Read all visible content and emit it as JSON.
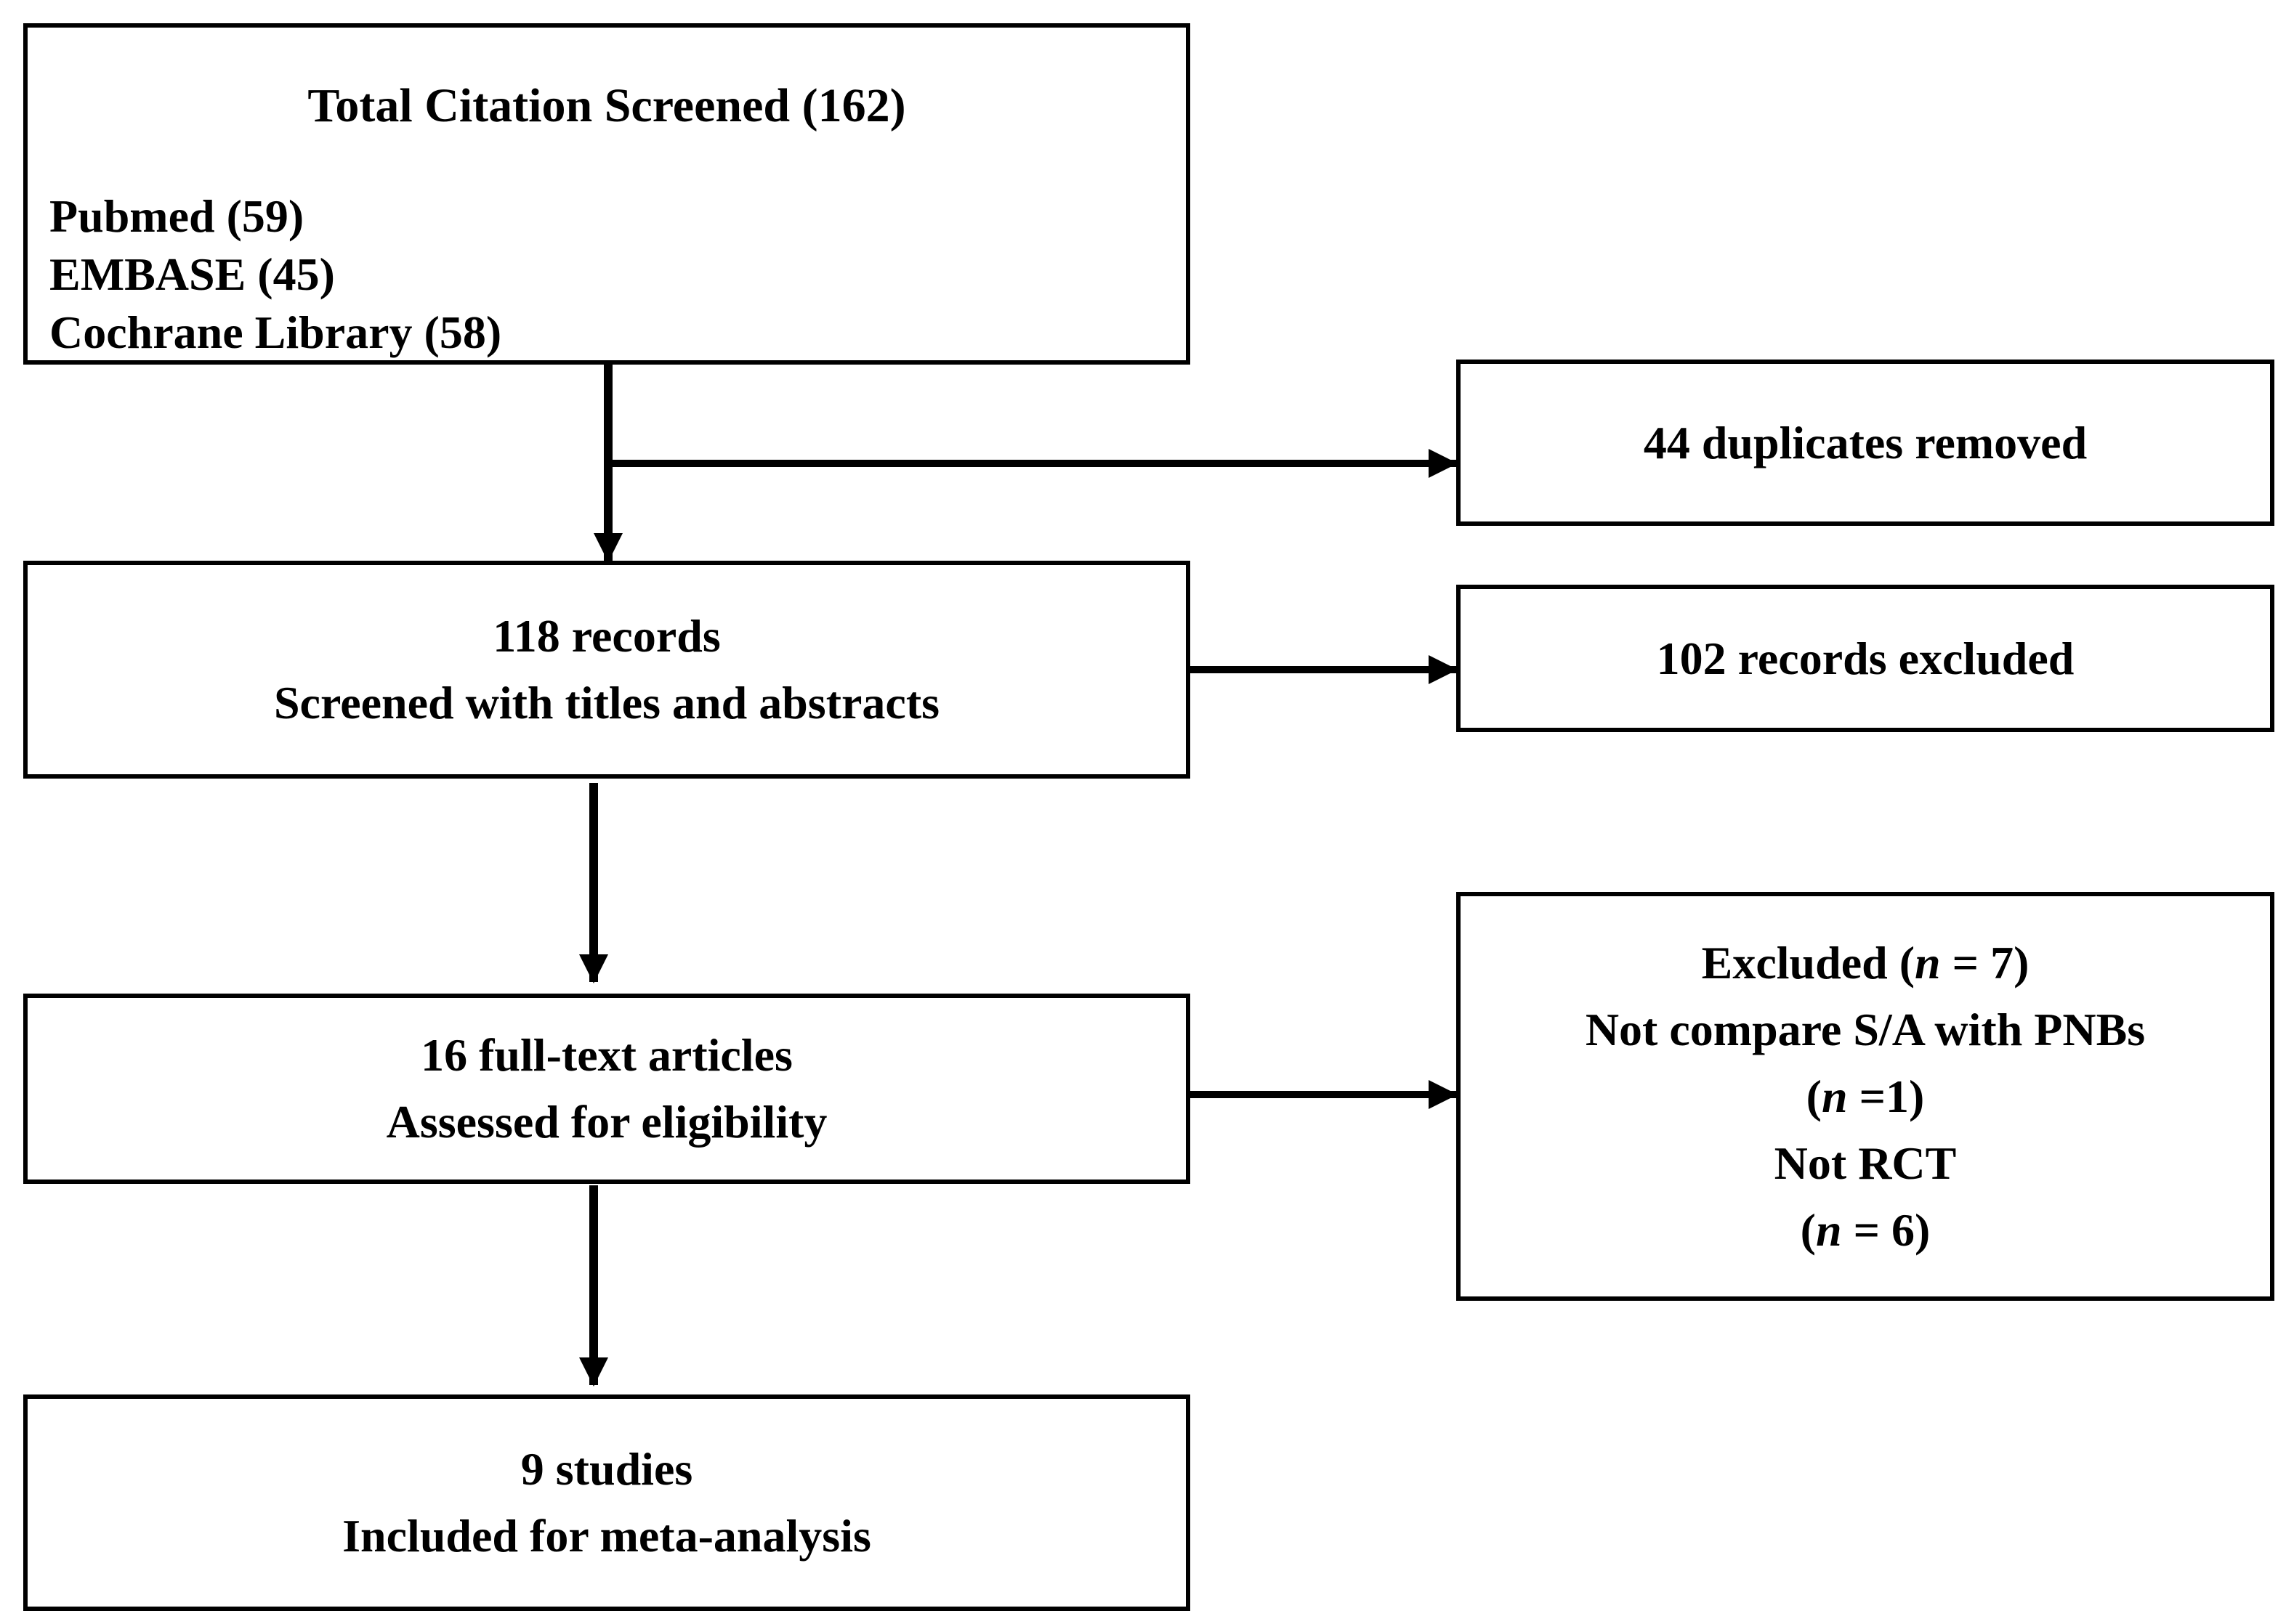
{
  "identification": {
    "title": "Total Citation Screened (162)",
    "sources": [
      "Pubmed (59)",
      "EMBASE (45)",
      "Cochrane Library (58)"
    ]
  },
  "duplicates": {
    "label": "44 duplicates removed"
  },
  "screening": {
    "line1": "118 records",
    "line2": "Screened with titles and abstracts"
  },
  "screen_excluded": {
    "label": "102 records excluded"
  },
  "eligibility": {
    "line1": "16 full-text articles",
    "line2": "Assessed for eligibility"
  },
  "full_text_excluded": {
    "heading_prefix": "Excluded (",
    "n_symbol": "n",
    "heading_value": " = 7)",
    "reason1": "Not compare S/A with PNBs",
    "reason1_count_prefix": "(",
    "reason1_count_value": " =1)",
    "reason2": "Not RCT",
    "reason2_count_prefix": "(",
    "reason2_count_value": " = 6)"
  },
  "included": {
    "line1": "9 studies",
    "line2": "Included for meta-analysis"
  }
}
